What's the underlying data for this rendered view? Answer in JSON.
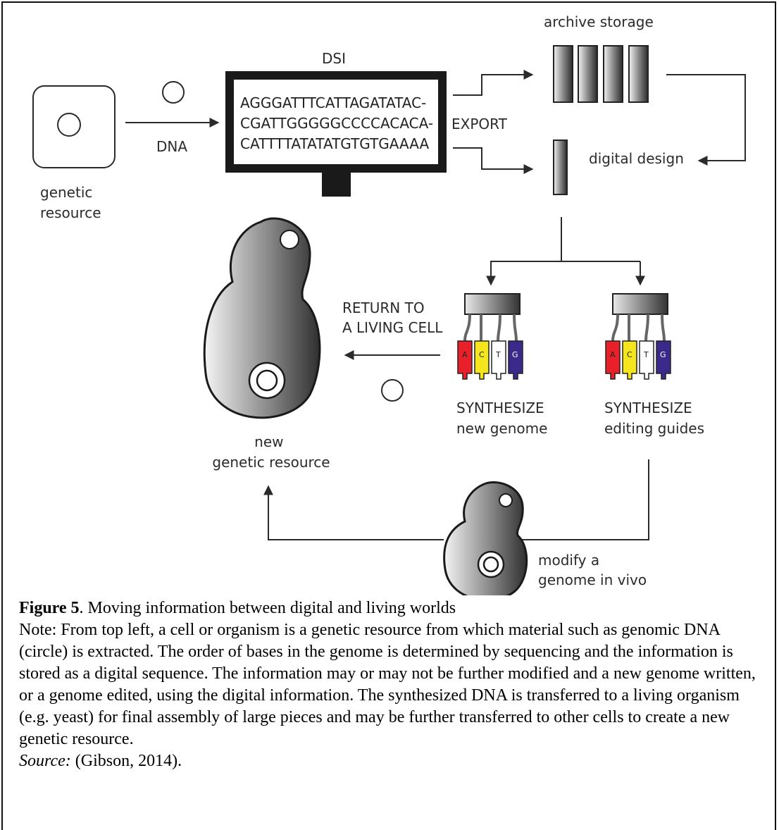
{
  "diagram": {
    "genetic_resource_label": [
      "genetic",
      "resource"
    ],
    "dna_label": "DNA",
    "dsi_label": "DSI",
    "dsi_sequence": [
      "AGGGATTTCATTAGATATAC-",
      "CGATTGGGGGCCCCACACA-",
      "CATTTTATATATGTGTGAAAA"
    ],
    "export_label": "EXPORT",
    "archive_label": "archive storage",
    "digital_design_label": "digital design",
    "return_label": [
      "RETURN TO",
      "A LIVING CELL"
    ],
    "new_resource_label": [
      "new",
      "genetic resource"
    ],
    "synth_genome_label": [
      "SYNTHESIZE",
      "new genome"
    ],
    "synth_guides_label": [
      "SYNTHESIZE",
      "editing guides"
    ],
    "modify_label": [
      "modify a",
      "genome in vivo"
    ],
    "bases": [
      "A",
      "C",
      "T",
      "G"
    ],
    "base_colors": [
      "#e8202a",
      "#f5e51c",
      "#ffffff",
      "#3b2a8c"
    ]
  },
  "caption": {
    "figure_number": "Figure 5",
    "title": ". Moving information between digital and living worlds",
    "note": "Note: From top left, a cell or organism is a genetic resource from which material such as genomic DNA (circle) is extracted. The order of bases in the genome is determined by sequencing and the information is stored as a digital sequence. The information may or may not be further modified and a new genome written, or a genome edited, using the digital information. The synthesized DNA is transferred to a living organism (e.g. yeast) for final assembly of large pieces and may be further transferred to other cells to create a new genetic resource.",
    "source_label": "Source:",
    "source_text": " (Gibson, 2014)."
  }
}
